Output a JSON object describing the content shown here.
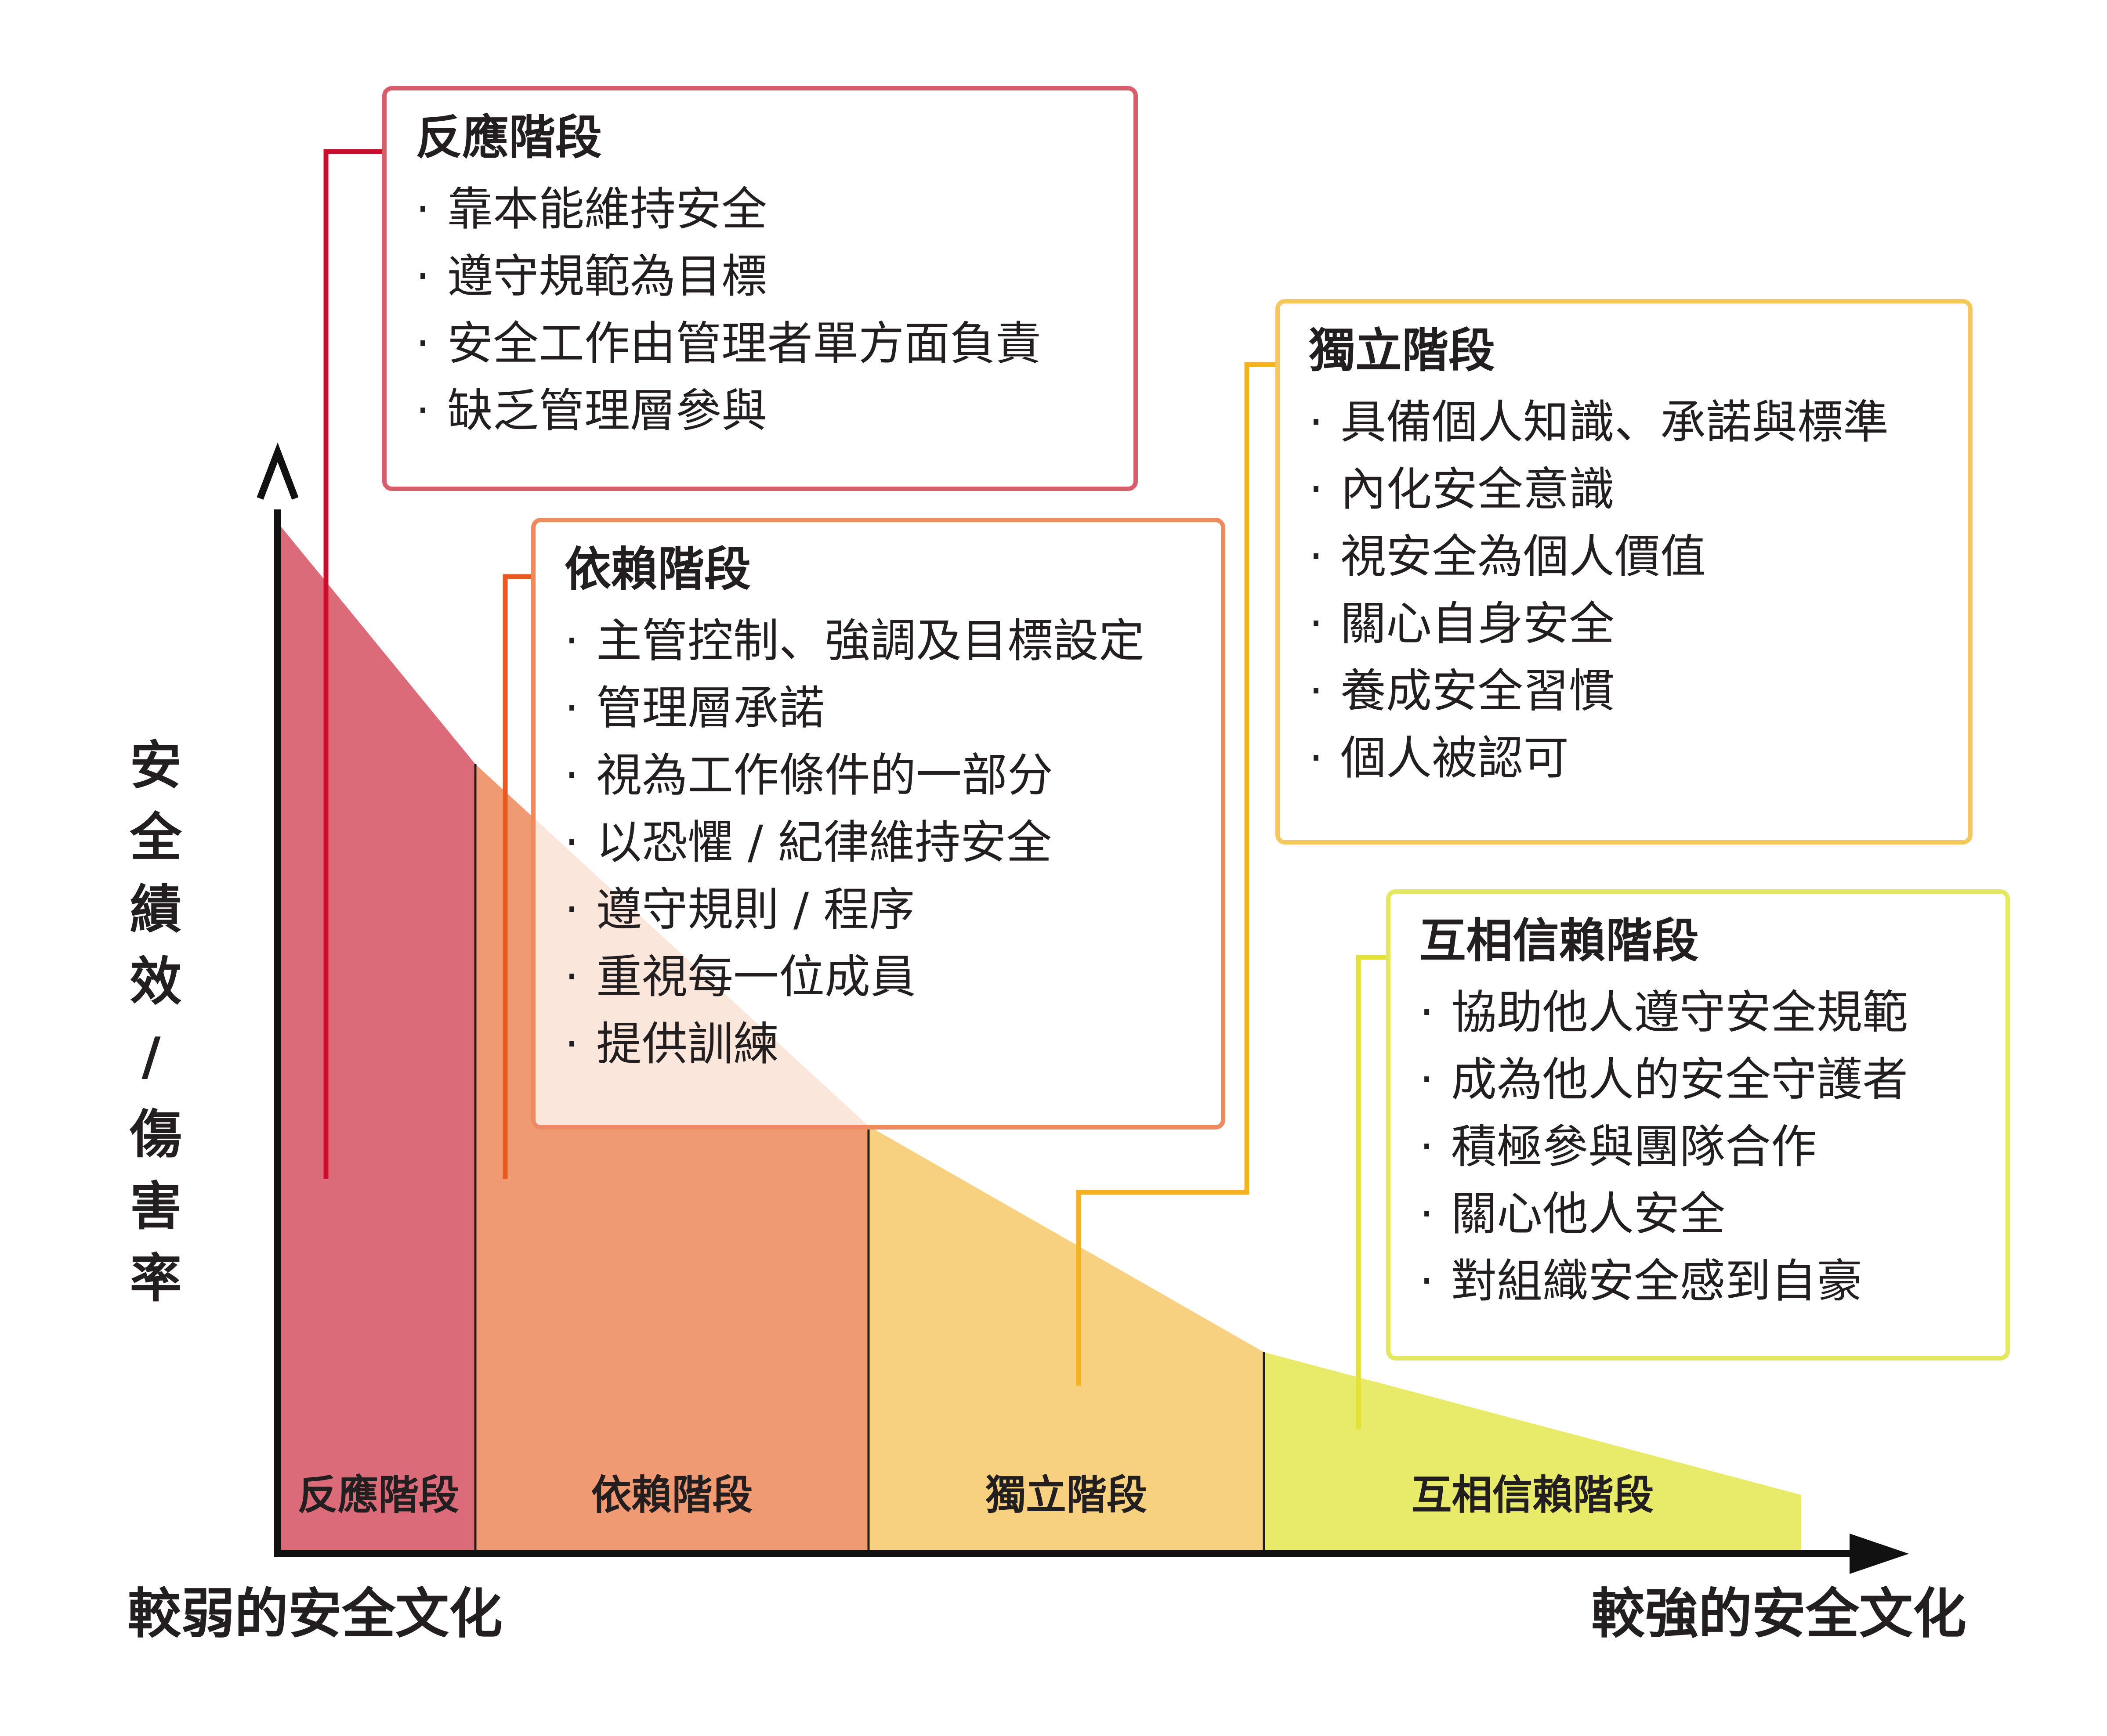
{
  "axes": {
    "y_label": "安全績效/傷害率",
    "x_left_label": "較弱的安全文化",
    "x_right_label": "較強的安全文化"
  },
  "stages": [
    {
      "band_label": "反應階段",
      "title": "反應階段",
      "items": [
        "靠本能維持安全",
        "遵守規範為目標",
        "安全工作由管理者單方面負責",
        "缺乏管理層參與"
      ],
      "fill_color": "#db6b79",
      "line_color": "#c8102e",
      "border_color": "#d75d6c"
    },
    {
      "band_label": "依賴階段",
      "title": "依賴階段",
      "items": [
        "主管控制、強調及目標設定",
        "管理層承諾",
        "視為工作條件的一部分",
        "以恐懼 / 紀律維持安全",
        "遵守規則 / 程序",
        "重視每一位成員",
        "提供訓練"
      ],
      "fill_color": "#f09a73",
      "line_color": "#ea5a1f",
      "border_color": "#ec8a60"
    },
    {
      "band_label": "獨立階段",
      "title": "獨立階段",
      "items": [
        "具備個人知識、承諾與標準",
        "內化安全意識",
        "視安全為個人價值",
        "關心自身安全",
        "養成安全習慣",
        "個人被認可"
      ],
      "fill_color": "#f8d180",
      "line_color": "#f4b223",
      "border_color": "#f6c75e"
    },
    {
      "band_label": "互相信賴階段",
      "title": "互相信賴階段",
      "items": [
        "協助他人遵守安全規範",
        "成為他人的安全守護者",
        "積極參與團隊合作",
        "關心他人安全",
        "對組織安全感到自豪"
      ],
      "fill_color": "#e8eb6a",
      "line_color": "#e2e23a",
      "border_color": "#e4e760"
    }
  ]
}
